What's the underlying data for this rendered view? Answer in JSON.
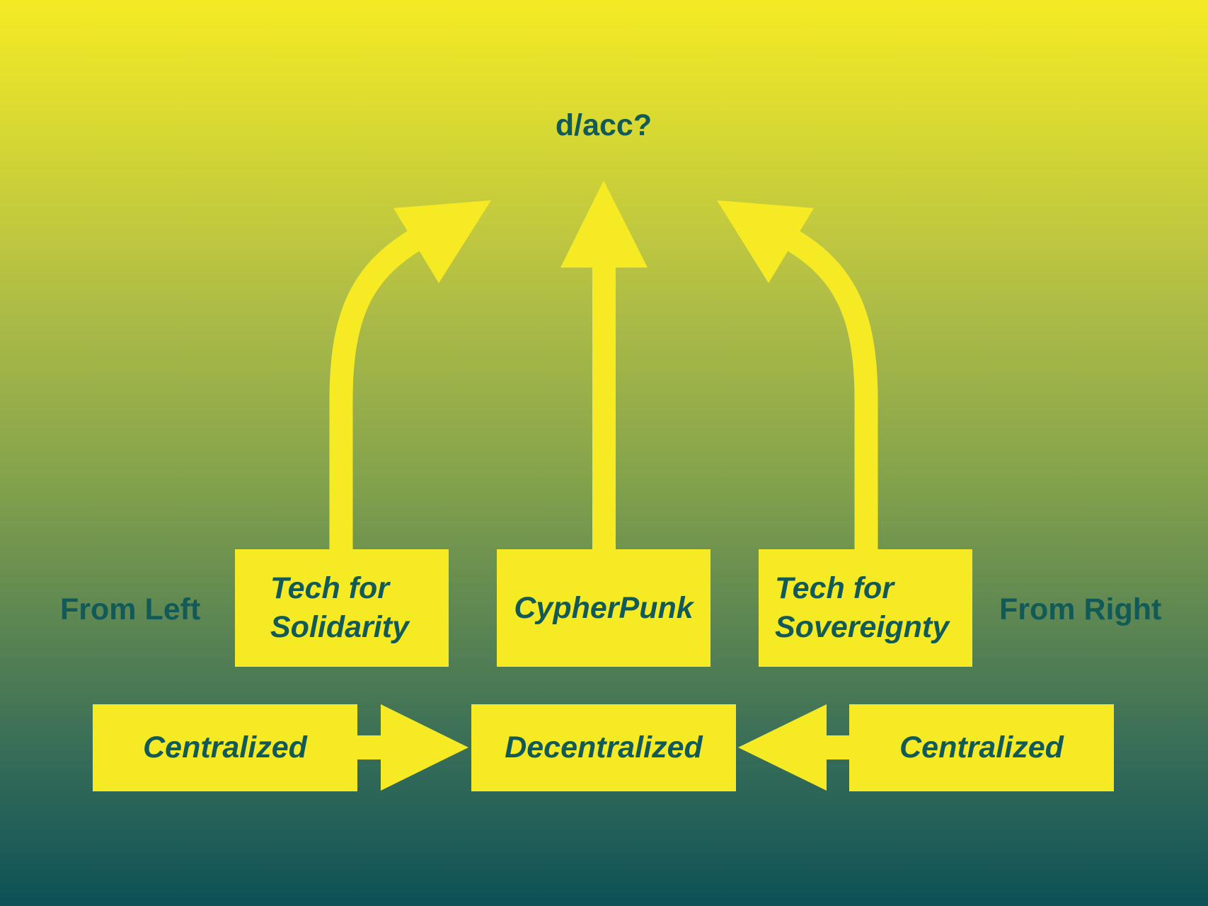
{
  "diagram": {
    "goal": "d/acc?",
    "side_labels": {
      "left": "From Left",
      "right": "From Right"
    },
    "middle_row": {
      "left_box": [
        "Tech for",
        "Solidarity"
      ],
      "center_box": "CypherPunk",
      "right_box": [
        "Tech for",
        "Sovereignty"
      ]
    },
    "bottom_row": {
      "left_box": "Centralized",
      "center_box": "Decentralized",
      "right_box": "Centralized"
    },
    "colors": {
      "box_fill": "#f5ea24",
      "text": "#115a57",
      "background_top": "#f5ea24",
      "background_bottom": "#0d5156"
    }
  }
}
